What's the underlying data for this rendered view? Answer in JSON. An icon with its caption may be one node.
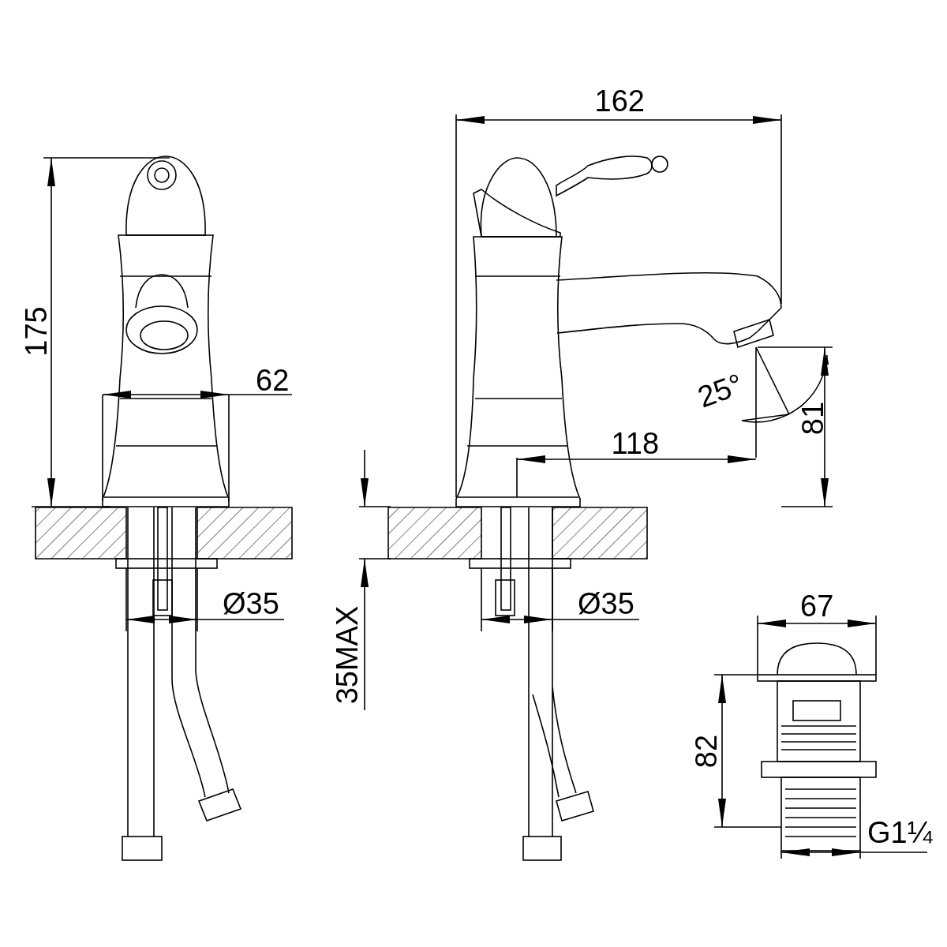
{
  "diagram": {
    "labels": [
      "162",
      "175",
      "62",
      "25°",
      "81",
      "118",
      "Ø35",
      "Ø35",
      "67",
      "35MAX",
      "82",
      "G1¼"
    ]
  }
}
